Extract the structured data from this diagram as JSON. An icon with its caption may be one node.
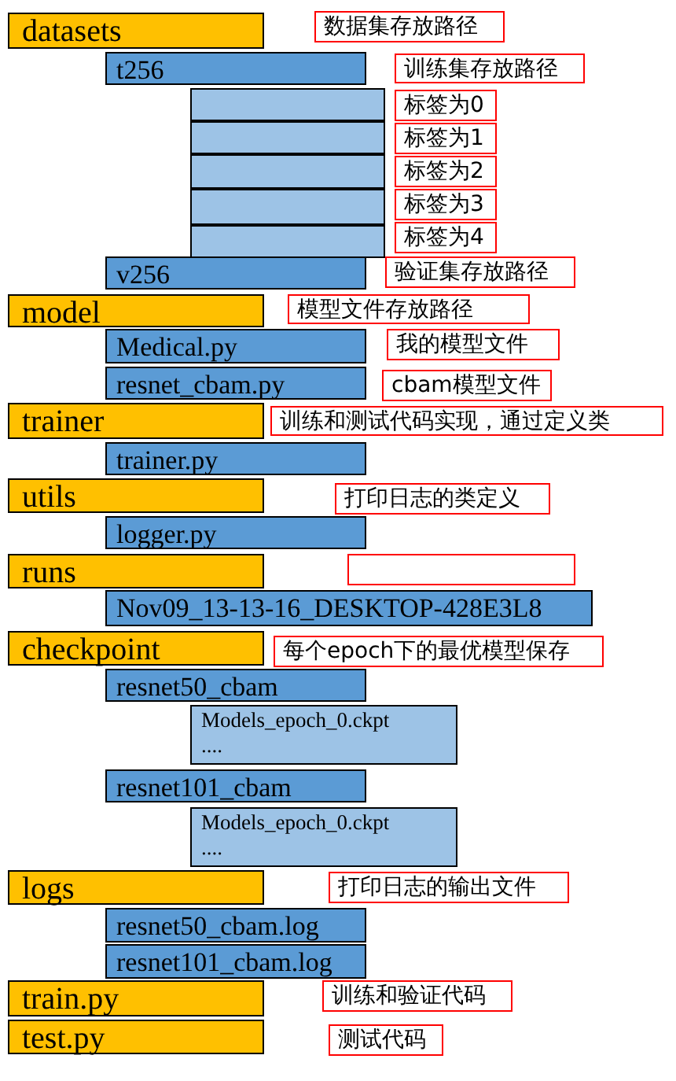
{
  "diagram": {
    "nodes": [
      {
        "text": [
          "datasets"
        ]
      },
      {
        "text": [
          "数据集存放路径"
        ]
      },
      {
        "text": [
          "t256"
        ]
      },
      {
        "text": [
          "训练集存放路径"
        ]
      },
      {
        "text": [],
        "shape": "box"
      },
      {
        "text": [
          "标签为0"
        ]
      },
      {
        "text": [],
        "shape": "box"
      },
      {
        "text": [
          "标签为1"
        ]
      },
      {
        "text": [],
        "shape": "box"
      },
      {
        "text": [
          "标签为2"
        ]
      },
      {
        "text": [],
        "shape": "box"
      },
      {
        "text": [
          "标签为3"
        ]
      },
      {
        "text": [],
        "shape": "box"
      },
      {
        "text": [
          "标签为4"
        ]
      },
      {
        "text": [
          "v256"
        ]
      },
      {
        "text": [
          "验证集存放路径"
        ]
      },
      {
        "text": [
          "model"
        ]
      },
      {
        "text": [
          "模型文件存放路径"
        ]
      },
      {
        "text": [
          "Medical.py"
        ]
      },
      {
        "text": [
          "我的模型文件"
        ]
      },
      {
        "text": [
          "resnet_cbam.py"
        ]
      },
      {
        "text": [
          "cbam模型文件"
        ]
      },
      {
        "text": [
          "trainer"
        ]
      },
      {
        "text": [
          "训练和测试代码实现，通过定义类"
        ]
      },
      {
        "text": [
          "trainer.py"
        ]
      },
      {
        "text": [
          "utils"
        ]
      },
      {
        "text": [
          "打印日志的类定义"
        ]
      },
      {
        "text": [
          "logger.py"
        ]
      },
      {
        "text": [
          "runs"
        ]
      },
      {
        "text": [],
        "shape": "box"
      },
      {
        "text": [
          "Nov09_13-13-16_DESKTOP-428E3L8"
        ]
      },
      {
        "text": [
          "checkpoint"
        ]
      },
      {
        "text": [
          "每个epoch下的最优模型保存"
        ]
      },
      {
        "text": [
          "resnet50_cbam"
        ]
      },
      {
        "text": [
          "Models_epoch_0.ckpt",
          "...."
        ]
      },
      {
        "text": [
          "resnet101_cbam"
        ]
      },
      {
        "text": [
          "Models_epoch_0.ckpt",
          "...."
        ]
      },
      {
        "text": [
          "logs"
        ]
      },
      {
        "text": [
          "打印日志的输出文件"
        ]
      },
      {
        "text": [
          "resnet50_cbam.log"
        ]
      },
      {
        "text": [
          "resnet101_cbam.log"
        ]
      },
      {
        "text": [
          "train.py"
        ]
      },
      {
        "text": [
          "训练和验证代码"
        ]
      },
      {
        "text": [
          "test.py"
        ]
      },
      {
        "text": [
          "测试代码"
        ]
      }
    ]
  }
}
